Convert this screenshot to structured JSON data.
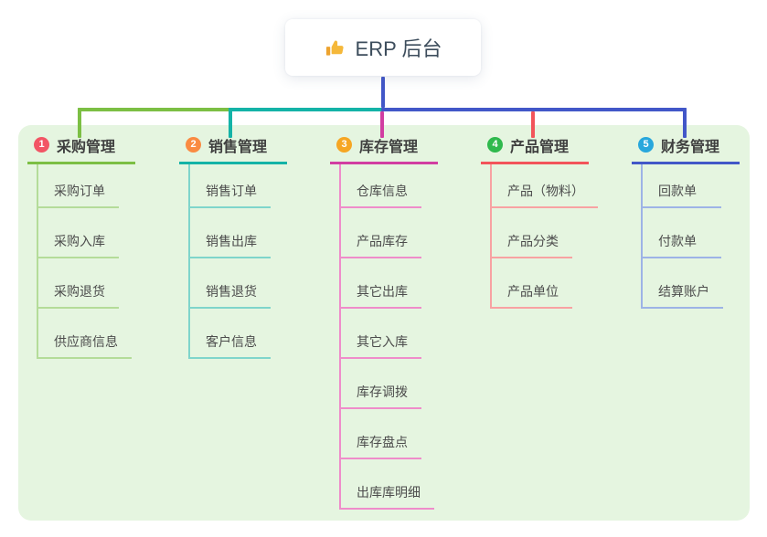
{
  "root": {
    "title": "ERP 后台",
    "icon": "thumbs-up"
  },
  "colors": {
    "canvas_background": "#ffffff",
    "panel_background": "#e5f5e0",
    "root_text": "#3d4d5c",
    "branch_title_text": "#3f3f3f",
    "child_text": "#4c4c4c",
    "root_connector": "#4257c8"
  },
  "branches": [
    {
      "number": "1",
      "title": "采购管理",
      "badge_color": "#f25565",
      "line_color": "#7cbf44",
      "child_line_color": "#b4dc99",
      "children": [
        "采购订单",
        "采购入库",
        "采购退货",
        "供应商信息"
      ]
    },
    {
      "number": "2",
      "title": "销售管理",
      "badge_color": "#fa8b42",
      "line_color": "#14b3a7",
      "child_line_color": "#7fd5cb",
      "children": [
        "销售订单",
        "销售出库",
        "销售退货",
        "客户信息"
      ]
    },
    {
      "number": "3",
      "title": "库存管理",
      "badge_color": "#f6a623",
      "line_color": "#d13ea1",
      "child_line_color": "#ef8cca",
      "children": [
        "仓库信息",
        "产品库存",
        "其它出库",
        "其它入库",
        "库存调拨",
        "库存盘点",
        "出库库明细"
      ]
    },
    {
      "number": "4",
      "title": "产品管理",
      "badge_color": "#2fb94d",
      "line_color": "#f2545a",
      "child_line_color": "#f8a2a2",
      "children": [
        "产品（物料）",
        "产品分类",
        "产品单位"
      ]
    },
    {
      "number": "5",
      "title": "财务管理",
      "badge_color": "#28a7dc",
      "line_color": "#4257c8",
      "child_line_color": "#9db3e6",
      "children": [
        "回款单",
        "付款单",
        "结算账户"
      ]
    }
  ]
}
